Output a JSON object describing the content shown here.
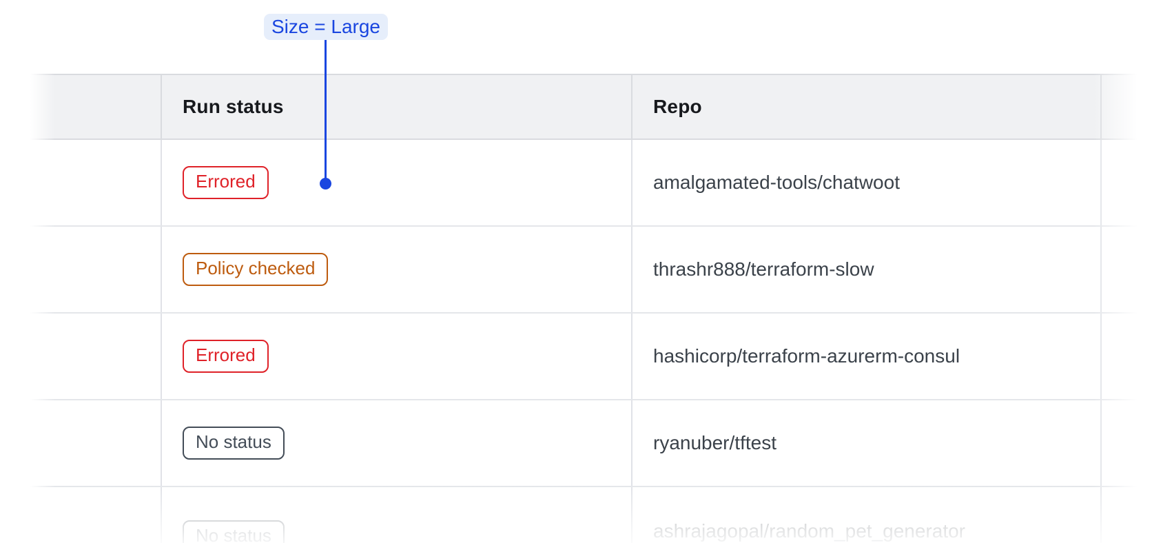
{
  "annotation": {
    "label": "Size = Large",
    "accent_color": "#1a46e0",
    "pill_background": "#e6eefb"
  },
  "table": {
    "columns": [
      {
        "label": "Run status"
      },
      {
        "label": "Repo"
      }
    ],
    "rows": [
      {
        "status_label": "Errored",
        "status_variant": "errored",
        "repo": "amalgamated-tools/chatwoot",
        "faded": false
      },
      {
        "status_label": "Policy checked",
        "status_variant": "policy-checked",
        "repo": "thrashr888/terraform-slow",
        "faded": false
      },
      {
        "status_label": "Errored",
        "status_variant": "errored",
        "repo": "hashicorp/terraform-azurerm-consul",
        "faded": false
      },
      {
        "status_label": "No status",
        "status_variant": "no-status",
        "repo": "ryanuber/tftest",
        "faded": false
      },
      {
        "status_label": "No status",
        "status_variant": "no-status",
        "repo": "ashrajagopal/random_pet_generator",
        "faded": true
      }
    ],
    "status_colors": {
      "errored": "#df2128",
      "policy-checked": "#bd5b0e",
      "no-status": "#434c57"
    }
  }
}
